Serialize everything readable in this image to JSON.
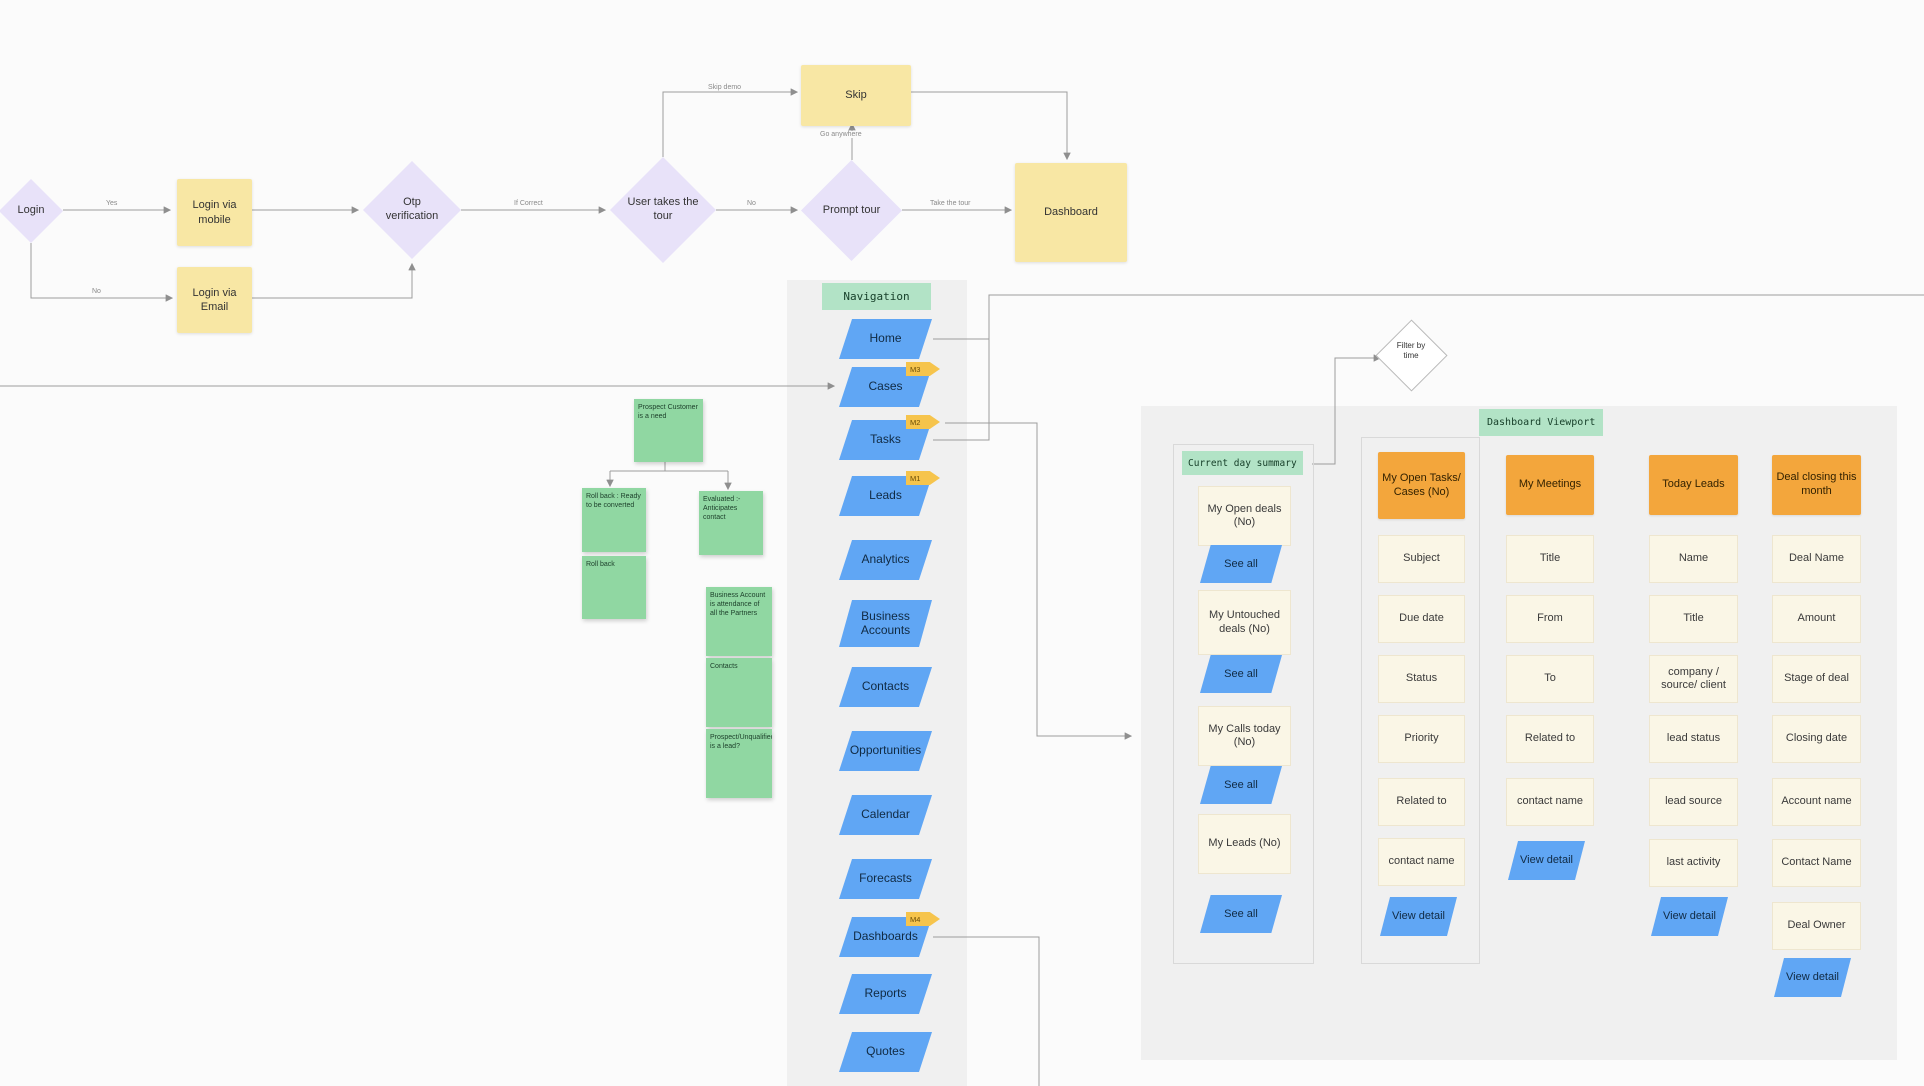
{
  "colors": {
    "canvas_bg": "#fbfbfb",
    "section_bg": "#f0f0f0",
    "node_yellow": "#f8e7a4",
    "node_lavender": "#e8e2f9",
    "shape_blue": "#60a6f4",
    "label_green": "#b2e3c6",
    "header_orange": "#f3a63c",
    "card_cream": "#faf6e6",
    "sticky_green": "#90d7a2",
    "marker_yellow": "#f6c44c",
    "connector_gray": "#9c9c9c"
  },
  "flow": {
    "nodes": {
      "login": "Login",
      "login_mobile": "Login via mobile",
      "login_email": "Login via Email",
      "otp": "Otp verification",
      "user_tour": "User takes the tour",
      "skip": "Skip",
      "prompt_tour": "Prompt tour",
      "dashboard": "Dashboard"
    },
    "edge_labels": {
      "to_mobile": "Yes",
      "to_email": "No",
      "otp_correct": "If Correct",
      "tour_no": "No",
      "skip_demo": "Skip demo",
      "go_anywhere": "Go anywhere",
      "take_tour": "Take the tour"
    }
  },
  "navigation": {
    "title": "Navigation",
    "items": [
      {
        "label": "Home"
      },
      {
        "label": "Cases",
        "tag": "M3"
      },
      {
        "label": "Tasks",
        "tag": "M2"
      },
      {
        "label": "Leads",
        "tag": "M1"
      },
      {
        "label": "Analytics"
      },
      {
        "label": "Business Accounts"
      },
      {
        "label": "Contacts"
      },
      {
        "label": "Opportunities"
      },
      {
        "label": "Calendar"
      },
      {
        "label": "Forecasts"
      },
      {
        "label": "Dashboards",
        "tag": "M4"
      },
      {
        "label": "Reports"
      },
      {
        "label": "Quotes"
      }
    ]
  },
  "sticky_notes": [
    {
      "text": "Prospect Customer is a need"
    },
    {
      "text": "Roll back : Ready to be converted"
    },
    {
      "text": "Evaluated :- Anticipates contact"
    },
    {
      "text": "Roll back"
    },
    {
      "text": "Business Account is attendance of all the Partners"
    },
    {
      "text": "Contacts"
    },
    {
      "text": "Prospect/Unqualified is a lead?"
    }
  ],
  "filter": {
    "label": "Filter by time"
  },
  "viewport": {
    "title": "Dashboard Viewport",
    "summary": {
      "title": "Current day summary",
      "groups": [
        {
          "item": "My Open deals (No)",
          "action": "See all"
        },
        {
          "item": "My Untouched deals (No)",
          "action": "See all"
        },
        {
          "item": "My Calls today (No)",
          "action": "See all"
        },
        {
          "item": "My Leads (No)",
          "action": "See all"
        }
      ]
    },
    "columns": [
      {
        "header": "My Open Tasks/ Cases (No)",
        "action": "View detail",
        "fields": [
          "Subject",
          "Due date",
          "Status",
          "Priority",
          "Related to",
          "contact name"
        ]
      },
      {
        "header": "My Meetings",
        "action": "View detail",
        "fields": [
          "Title",
          "From",
          "To",
          "Related to",
          "contact name"
        ]
      },
      {
        "header": "Today Leads",
        "action": "View detail",
        "fields": [
          "Name",
          "Title",
          "company / source/ client",
          "lead status",
          "lead source",
          "last activity"
        ]
      },
      {
        "header": "Deal closing this month",
        "action": "View detail",
        "fields": [
          "Deal Name",
          "Amount",
          "Stage of deal",
          "Closing date",
          "Account name",
          "Contact Name",
          "Deal Owner"
        ]
      }
    ]
  }
}
